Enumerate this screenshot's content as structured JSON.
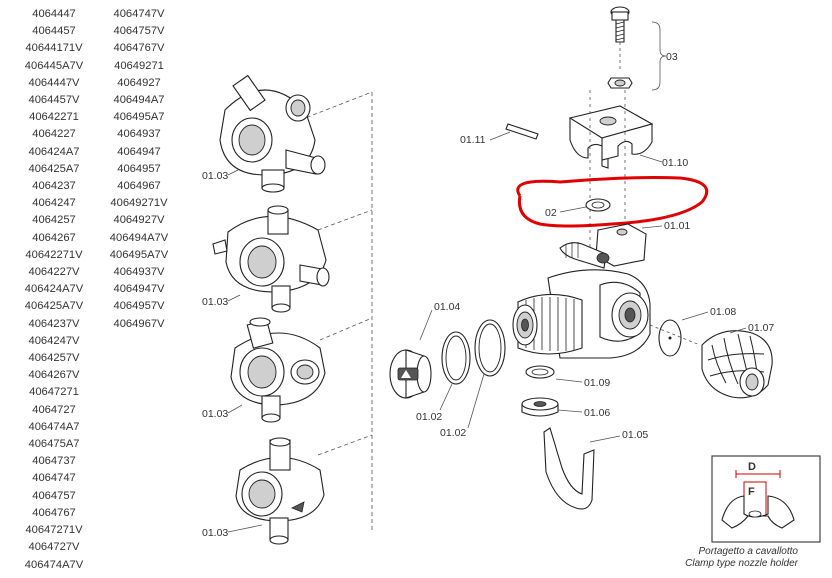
{
  "code_list_1": [
    "4064447",
    "4064457",
    "40644171V",
    "406445A7V",
    "4064447V",
    "4064457V",
    "40642271",
    "4064227",
    "406424A7",
    "406425A7",
    "4064237",
    "4064247",
    "4064257",
    "4064267",
    "40642271V",
    "4064227V",
    "406424A7V",
    "406425A7V",
    "4064237V",
    "4064247V",
    "4064257V",
    "4064267V",
    "40647271",
    "4064727",
    "406474A7",
    "406475A7",
    "4064737",
    "4064747",
    "4064757",
    "4064767",
    "40647271V",
    "4064727V",
    "406474A7V"
  ],
  "code_list_2": [
    "4064747V",
    "4064757V",
    "4064767V",
    "40649271",
    "4064927",
    "406494A7",
    "406495A7",
    "4064937",
    "4064947",
    "4064957",
    "4064967",
    "40649271V",
    "4064927V",
    "406494A7V",
    "406495A7V",
    "4064937V",
    "4064947V",
    "4064957V",
    "4064967V"
  ],
  "parts": {
    "p0103": "01.03",
    "p03": "03",
    "p0111": "01.11",
    "p0110": "01.10",
    "p02": "02",
    "p0101": "01.01",
    "p0104": "01.04",
    "p0108": "01.08",
    "p0107": "01.07",
    "p0102": "01.02",
    "p0109": "01.09",
    "p0106": "01.06",
    "p0105": "01.05"
  },
  "inset": {
    "letter_d": "D",
    "letter_f": "F",
    "caption_it": "Portagetto a cavallotto",
    "caption_en": "Clamp type nozzle holder"
  },
  "colors": {
    "highlight": "#e00000",
    "line": "#222222",
    "text": "#333333"
  }
}
